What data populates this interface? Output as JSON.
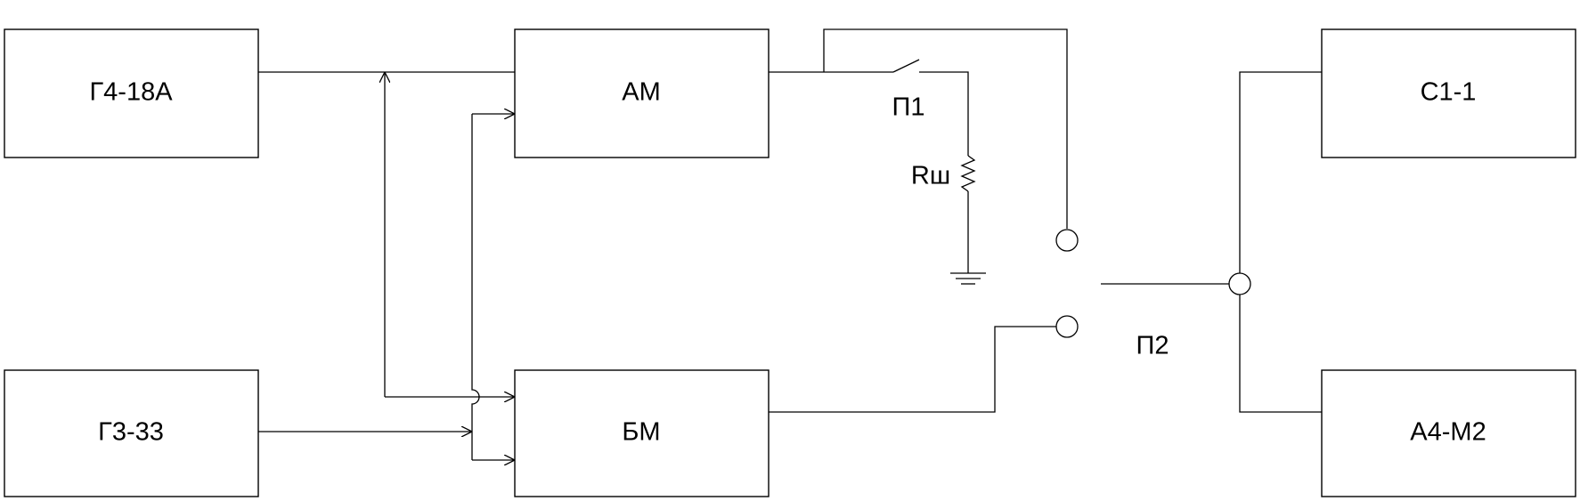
{
  "blocks": {
    "g4": "Г4-18А",
    "am": "АМ",
    "c1": "С1-1",
    "g3": "Г3-33",
    "bm": "БМ",
    "a4": "А4-М2"
  },
  "labels": {
    "p1": "П1",
    "p2": "П2",
    "rsh": "Rш"
  }
}
